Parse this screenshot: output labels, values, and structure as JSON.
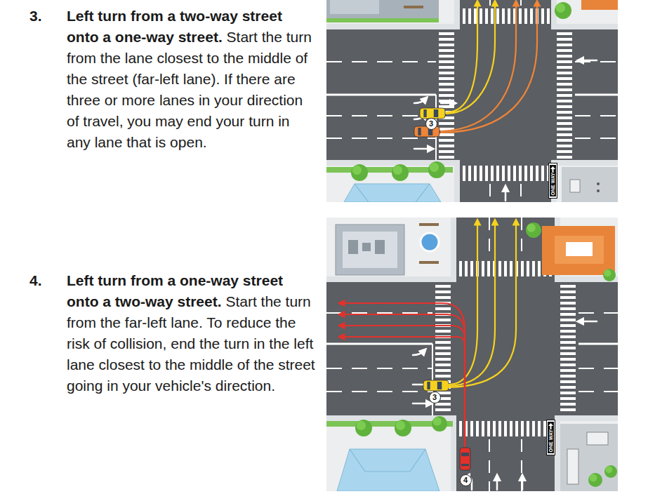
{
  "diagram": {
    "nodes": [
      {
        "text": [
          "3"
        ]
      },
      {
        "text": [
          "ONE WAY"
        ]
      },
      {
        "text": [
          "3"
        ]
      },
      {
        "text": [
          "ONE WAY"
        ]
      },
      {
        "text": [
          "4"
        ]
      }
    ],
    "labels": [
      "3.",
      "Left turn from a two-way street onto a one-way street.",
      "Start the turn from the lane closest to the middle of the street (far-left lane). If there are three or more lanes in your direction of travel, you may end your turn in any lane that is open.",
      "4.",
      "Left turn from a one-way street onto a two-way street.",
      "Start the turn from the far-left lane. To reduce the risk of collision, end the turn in the left lane closest to the middle of the street going in your vehicle's direction."
    ]
  }
}
